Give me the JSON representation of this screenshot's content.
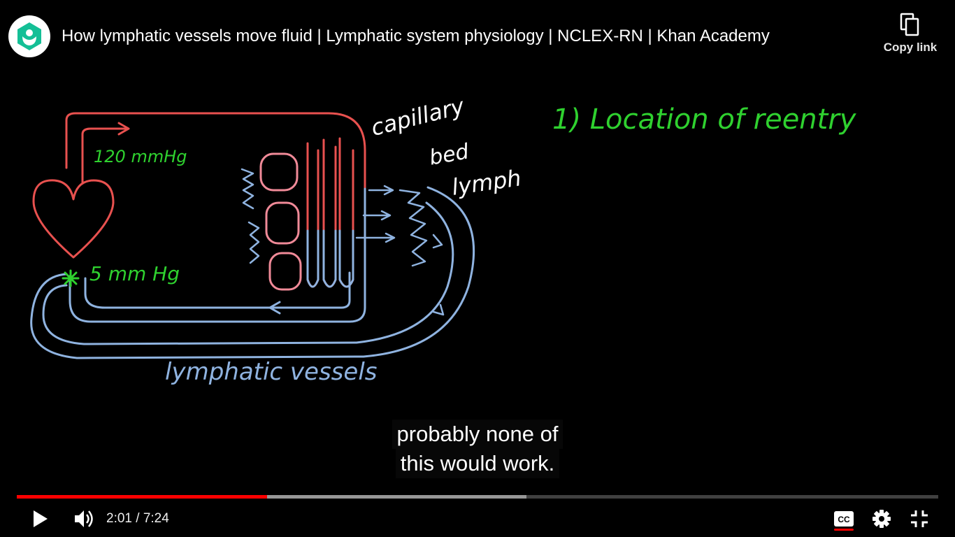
{
  "header": {
    "title": "How lymphatic vessels move fluid | Lymphatic system physiology | NCLEX-RN | Khan Academy",
    "copy_link_label": "Copy link",
    "channel_icon": "khan-academy-logo"
  },
  "drawing": {
    "heading": "1) Location of reentry",
    "capillary_label_1": "capillary",
    "capillary_label_2": "bed",
    "lymph_label": "lymph",
    "pressure_high": "120 mmHg",
    "pressure_low": "5 mm Hg",
    "vessels_label": "lymphatic vessels",
    "colors": {
      "artery": "#e8514f",
      "vein": "#8fb3e0",
      "annotation": "#2fd12f",
      "text": "#ffffff"
    }
  },
  "captions": {
    "line1": "probably none of",
    "line2": "this would work."
  },
  "player": {
    "current_time": "2:01",
    "duration": "7:24",
    "time_display": "2:01 / 7:24",
    "progress_played": 0.272,
    "progress_buffered": 0.553,
    "icons": [
      "play-icon",
      "volume-icon",
      "captions-icon",
      "settings-icon",
      "exit-fullscreen-icon"
    ],
    "accent_color": "#ff0000"
  }
}
